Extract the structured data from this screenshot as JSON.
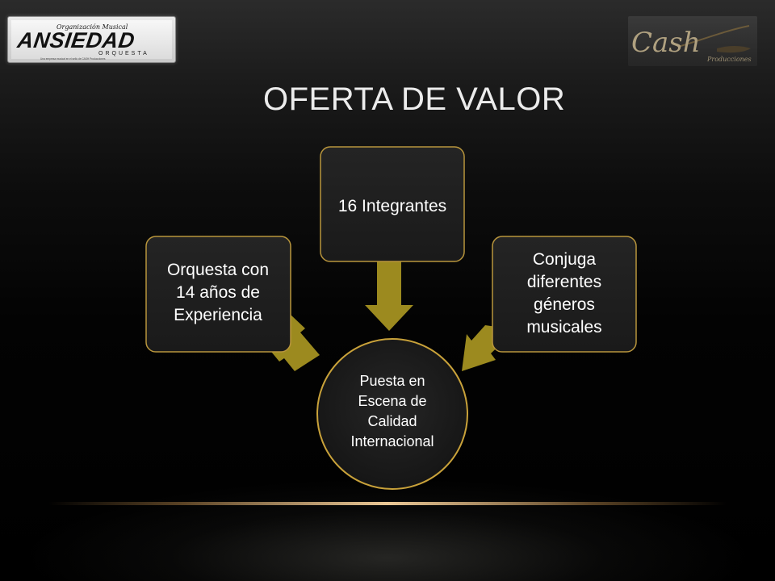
{
  "slide": {
    "title": "OFERTA DE VALOR"
  },
  "logos": {
    "left": {
      "top_script": "Organización Musical",
      "name": "ANSIEDAD",
      "sub": "ORQUESTA",
      "tagline": "Una empresa musical en el sello de CASH Producciones"
    },
    "right": {
      "name": "Cash",
      "sub": "Producciones"
    }
  },
  "diagram": {
    "center": {
      "lines": [
        "Puesta en",
        "Escena de",
        "Calidad",
        "Internacional"
      ]
    },
    "boxes": [
      {
        "id": "left",
        "lines": [
          "Orquesta con",
          "14 años de",
          "Experiencia"
        ]
      },
      {
        "id": "top",
        "lines": [
          "16 Integrantes"
        ]
      },
      {
        "id": "right",
        "lines": [
          "Conjuga",
          "diferentes",
          "géneros",
          "musicales"
        ]
      }
    ]
  },
  "colors": {
    "box_fill": "#1f1f1f",
    "box_border": "#b8953c",
    "arrow": "#9c8a1f",
    "center_border": "#c9a23a",
    "text": "#ffffff"
  }
}
